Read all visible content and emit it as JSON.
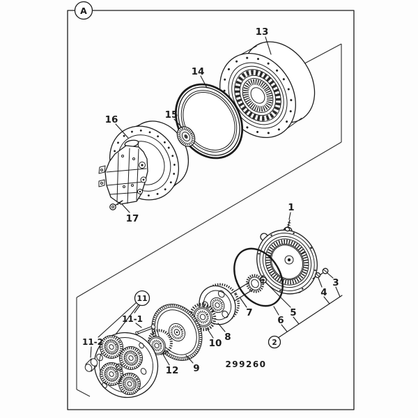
{
  "figure": {
    "drawing_number": "299260"
  },
  "callouts": {
    "a": "A",
    "n1": "1",
    "n2": "2",
    "n3": "3",
    "n4": "4",
    "n5": "5",
    "n6": "6",
    "n7": "7",
    "n8": "8",
    "n9": "9",
    "n10": "10",
    "n11": "11",
    "n11_1": "11-1",
    "n11_2": "11-2",
    "n12": "12",
    "n13": "13",
    "n14": "14",
    "n15": "15",
    "n16": "16",
    "n17": "17"
  },
  "colors": {
    "ink": "#1b1b1b",
    "paper": "#fdfdfd"
  }
}
